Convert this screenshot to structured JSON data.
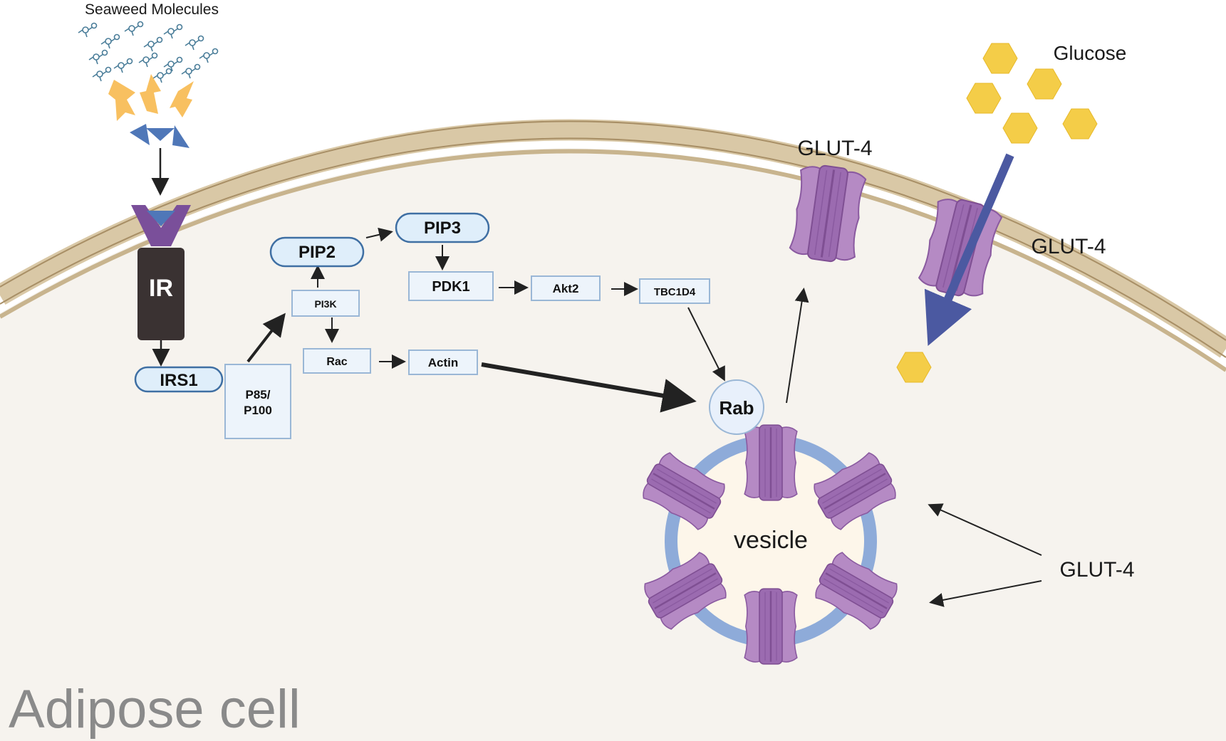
{
  "labels": {
    "seaweed": "Seaweed Molecules",
    "glucose": "Glucose",
    "glut4_top": "GLUT-4",
    "glut4_right": "GLUT-4",
    "glut4_vesicle": "GLUT-4",
    "vesicle": "vesicle",
    "cell": "Adipose cell",
    "ir": "IR",
    "irs1": "IRS1",
    "p85": "P85/",
    "p100": "P100",
    "pi3k": "PI3K",
    "pip2": "PIP2",
    "pip3": "PIP3",
    "pdk1": "PDK1",
    "akt2": "Akt2",
    "tbc1d4": "TBC1D4",
    "rac": "Rac",
    "actin": "Actin",
    "rab": "Rab"
  },
  "colors": {
    "membrane": "#d9c8a6",
    "membrane_line": "#a88f66",
    "cytoplasm": "#f6f3ee",
    "transporter": "#b58ac4",
    "transporter_dark": "#7f4f93",
    "glucose": "#f4cd48",
    "arrow_blue": "#4b59a1",
    "receptor_purple": "#7a4f9a",
    "ligand_blue": "#4f77b8",
    "pill_fill": "#dfeefa",
    "pill_stroke": "#3f6fa3",
    "box_fill": "#edf4fb",
    "box_stroke": "#9ab7d6",
    "vesicle_ring": "#8eabd9",
    "vesicle_fill": "#fdf6ea"
  }
}
